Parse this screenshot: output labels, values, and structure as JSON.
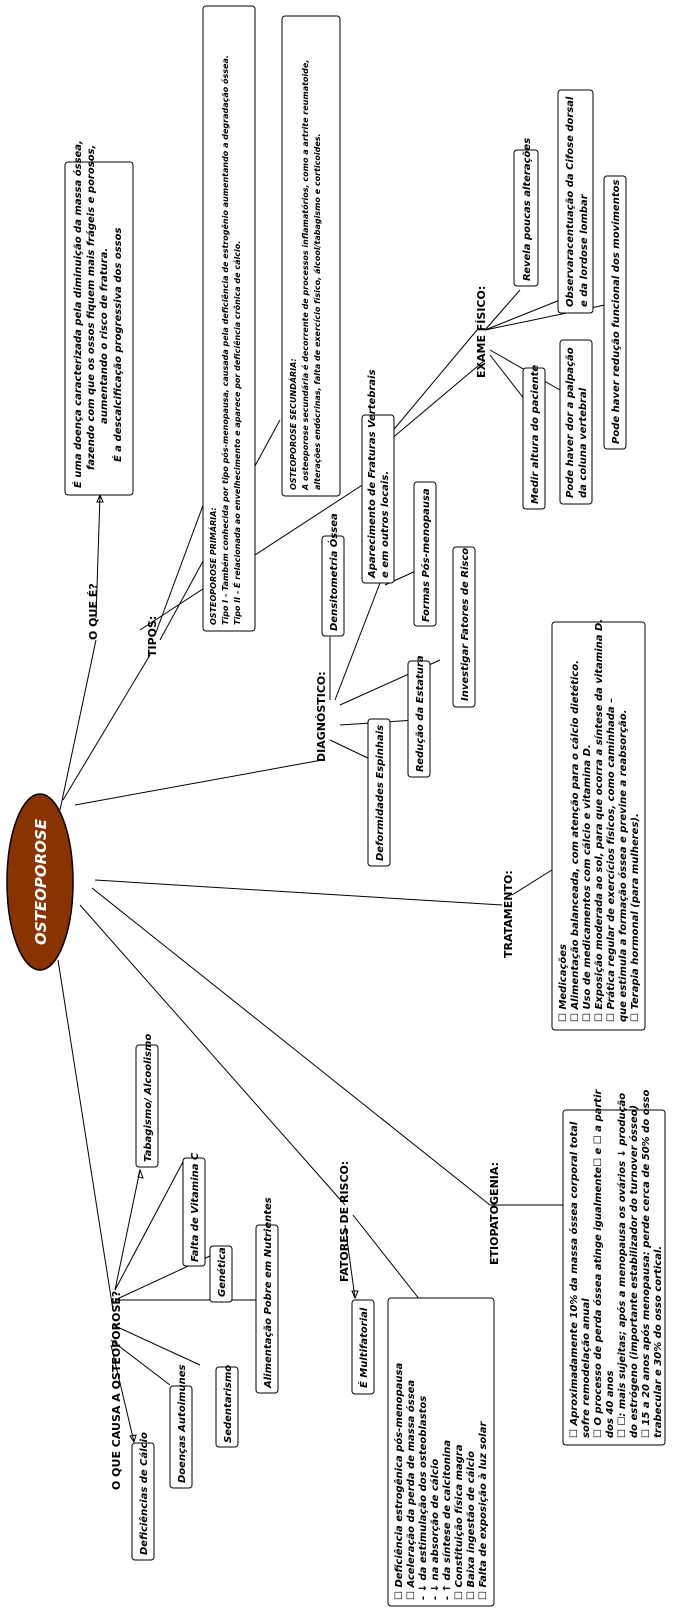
{
  "root": "OSTEOPOROSE",
  "colors": {
    "root_fill": "#8b3300",
    "root_stroke": "#000000"
  },
  "labels": {
    "oque_e": "O QUE É?",
    "tipos": "TIPOS:",
    "diagnostico": "DIAGNÓSTICO:",
    "exame_fisico": "EXAME FÍSICO:",
    "tratamento": "TRATAMENTO:",
    "etiopatogenia": "ETIOPATOGENIA:",
    "fatores_risco": "FATORES DE RISCO:",
    "causa": "O QUE CAUSA A OSTEOPOROSE?"
  },
  "oque_e_box": [
    "É uma doença caracterizada pela diminuição da massa óssea,",
    "fazendo com que os ossos fiquem mais frágeis e porosos,",
    "aumentando o risco de fratura.",
    "É a descalcificação progressiva dos ossos"
  ],
  "primaria_box": [
    "OSTEOPOROSE PRIMÁRIA:",
    "Tipo I - Também conhecida por tipo pós-menopausa, causada pela deficiência de estrogênio aumentando a degradação óssea.",
    "Tipo II - É relacionada ao envelhecimento e aparece por deficiência crônica de cálcio."
  ],
  "secundaria_box": [
    "OSTEOPOROSE SECUNDÁRIA:",
    "A osteoporose secundária é decorrente de processos inflamatórios, como a artrite reumatoide,",
    "alterações endócrinas, falta de exercício físico, álcool/tabagismo e corticoides."
  ],
  "diagnostico_items": {
    "densitometria": "Densitometria Óssea",
    "fraturas": [
      "Aparecimento de Fraturas Vertebrais",
      "e em outros locais."
    ],
    "formas": "Formas Pós-menopausa",
    "investigar": "Investigar Fatores de Risco",
    "reducao": "Redução da Estatura",
    "deformidades": "Deformidades Espinhais"
  },
  "exame_items": {
    "revela": "Revela poucas alterações",
    "cifose": [
      "Observaracentuação da Cifose dorsal",
      "e da lordose lombar"
    ],
    "funcional": "Pode haver redução funcional dos movimentos",
    "dor": [
      "Pode haver dor a palpação",
      "da coluna vertebral"
    ],
    "altura": "Medir altura do paciente"
  },
  "tratamento_box": [
    "☐ Medicações",
    "☐ Alimentação balanceada, com atenção para o cálcio dietético.",
    "☐ Uso de medicamentos com cálcio e vitamina D.",
    "☐ Exposição moderada ao sol, para que ocorra a síntese da vitamina D.",
    "☐ Prática regular de exercícios físicos, como caminhada –",
    "que estimula a formação óssea e previne a reabsorção.",
    "☐ Terapia hormonal (para mulheres)."
  ],
  "etiopatogenia_box": [
    "☐ Aproximadamente 10% da massa óssea corporal total",
    "sofre remodelação anual",
    "☐ O processo de perda óssea atinge igualmente☐ e ☐ a partir",
    "dos 40 anos",
    "☐ ☐: mais sujeitas; após a menopausa os ovários ↓ produção",
    "do estrógeno (importante estabilizador do turnover ósseo)",
    "☐ 15 a 20 anos após menopausa: perde cerca de 50% do osso",
    "trabecular e 30% do osso cortical."
  ],
  "fatores_items": {
    "multifatorial": "É Multifatorial",
    "list": [
      "☐ Deficiência estrogênica pós-menopausa",
      "☐ Aceleração da perda de massa óssea",
      "- ↓ da estimulação dos osteoblastos",
      "- ↓ na absorção de cálcio",
      "- ↑ da síntese de calcitonina",
      "☐ Constituição física magra",
      "☐ Baixa ingestão de cálcio",
      "☐ Falta de exposição à luz solar"
    ]
  },
  "causa_items": {
    "tabagismo": "Tabagismo/ Alcoolismo",
    "vitamina": "Falta de Vitamina C",
    "genetica": "Genética",
    "nutrientes": "Alimentação Pobre em Nutrientes",
    "sedentarismo": "Sedentarismo",
    "autoimunes": "Doenças Autoimunes",
    "calcio": "Deficiências de Cálcio"
  }
}
